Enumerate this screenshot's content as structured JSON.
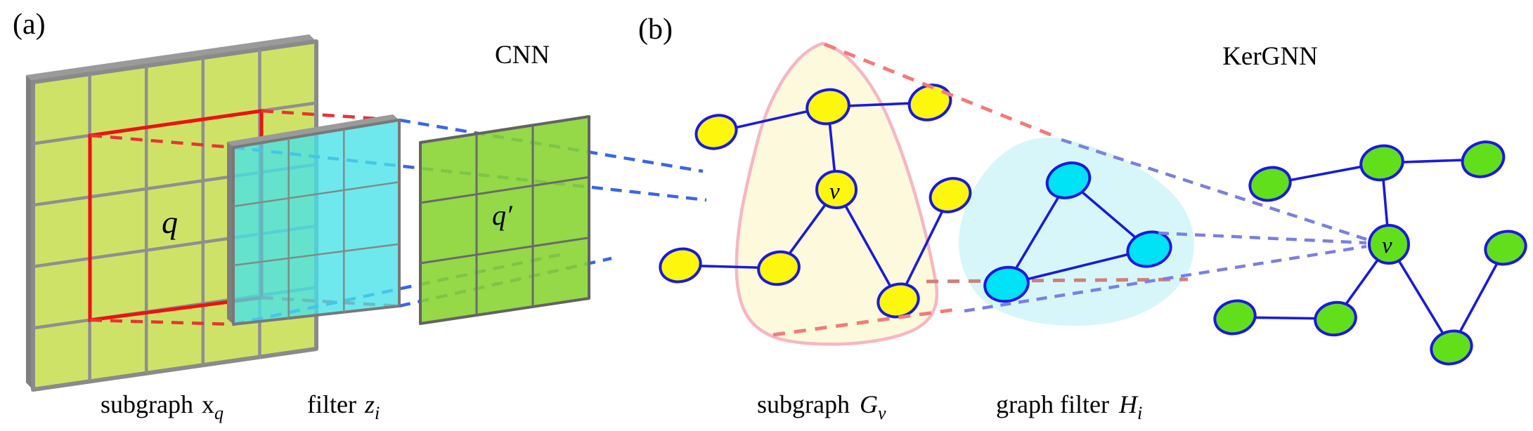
{
  "figure": {
    "panel_a_tag": "(a)",
    "panel_b_tag": "(b)"
  },
  "panel_a": {
    "title": "CNN",
    "patch_label": "q",
    "output_label": "q′",
    "input_caption_text": "subgraph",
    "input_caption_math": "x",
    "input_caption_sub": "q",
    "filter_caption_text": "filter",
    "filter_caption_math": "z",
    "filter_caption_sub": "i"
  },
  "panel_b": {
    "title": "KerGNN",
    "center_node_label": "v",
    "output_node_label": "v",
    "subgraph_caption_text": "subgraph",
    "subgraph_caption_math": "G",
    "subgraph_caption_sub": "v",
    "filter_caption_text": "graph filter",
    "filter_caption_math": "H",
    "filter_caption_sub": "i"
  },
  "colors": {
    "grid_yellow": "#cfe268",
    "grid_line_gray": "#8f8f8f",
    "frame_gray": "#8a8a8a",
    "slab_gray": "#9a9a9a",
    "patch_red": "#ee1111",
    "dash_red": "#e93333",
    "filter_cyan": "rgba(70,225,232,0.78)",
    "output_green": "#86d32f",
    "dash_blue": "#3b66e8",
    "node_yellow": "#fdf60d",
    "node_cyan": "#00e2f5",
    "node_green": "#62df1b",
    "edge_blue": "#1a1add",
    "blob_yellow": "#fcf9dc",
    "blob_yellow_stroke": "#f7b6c2",
    "blob_cyan": "#d6f6fa",
    "dash_red_b": "#f37b78",
    "dash_red_muted": "#ce8078",
    "dash_blue_b": "#7b7fe3"
  }
}
